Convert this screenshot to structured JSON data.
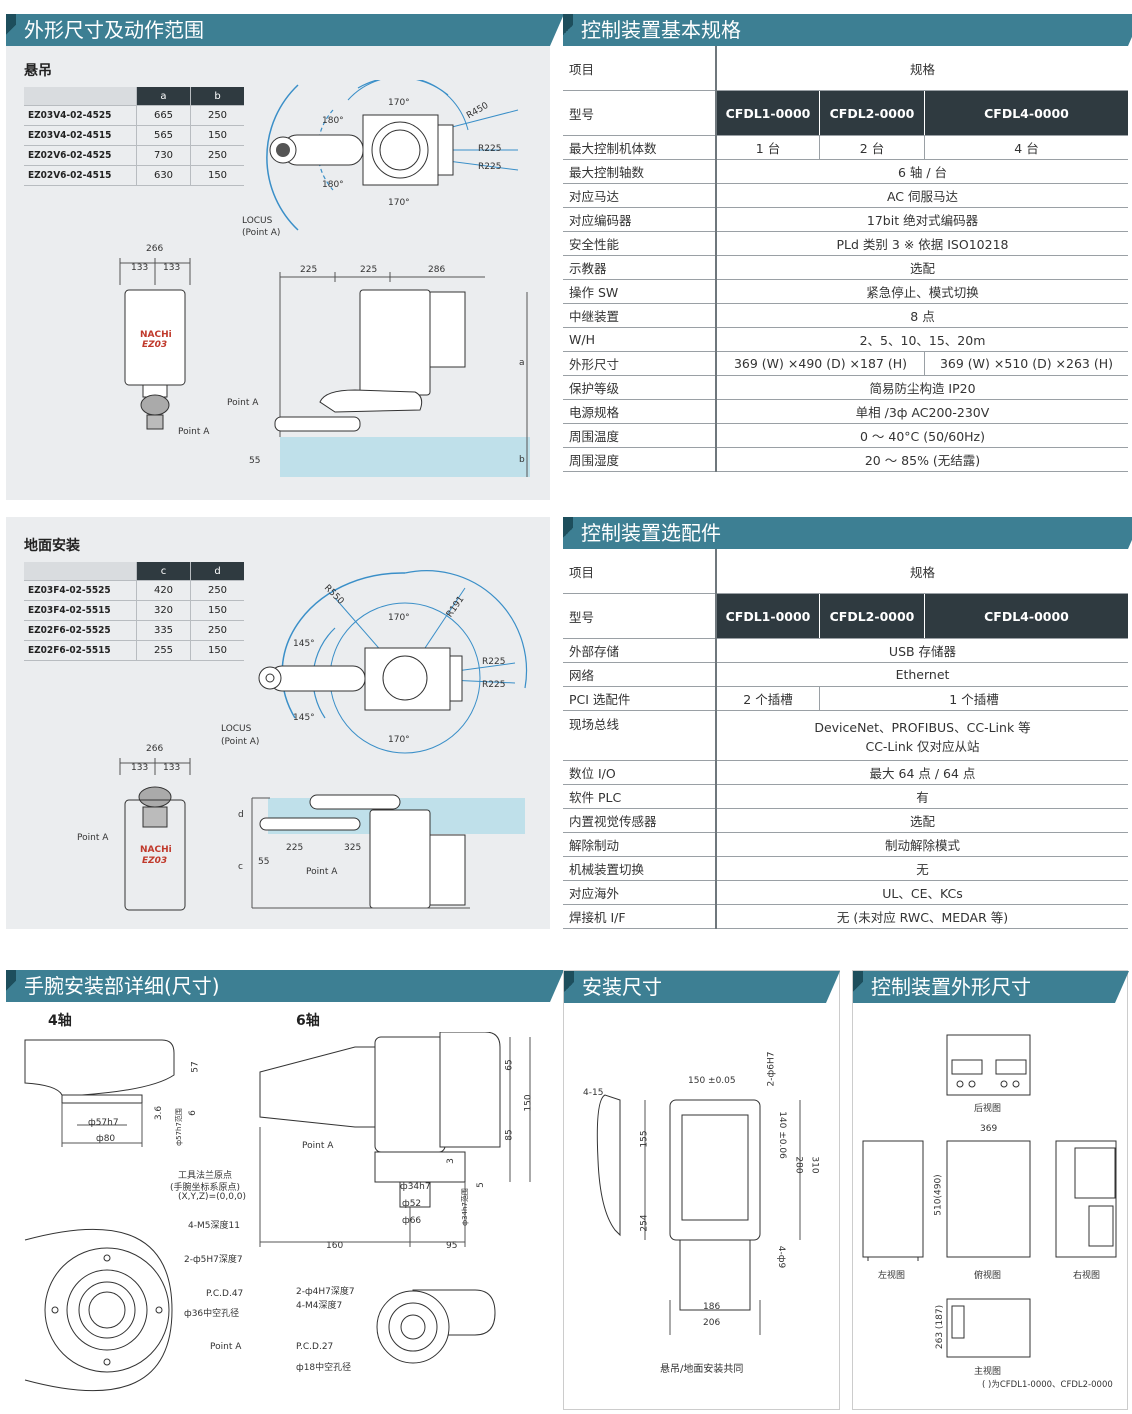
{
  "panels": {
    "outline": {
      "title": "外形尺寸及动作范围"
    },
    "basic_spec": {
      "title": "控制装置基本规格"
    },
    "options": {
      "title": "控制装置选配件"
    },
    "wrist": {
      "title": "手腕安装部详细(尺寸)"
    },
    "install": {
      "title": "安装尺寸"
    },
    "controller_dims": {
      "title": "控制装置外形尺寸"
    }
  },
  "hanging": {
    "subtitle": "悬吊",
    "columns": [
      "a",
      "b"
    ],
    "rows": [
      {
        "model": "EZ03V4-02-4525",
        "a": "665",
        "b": "250"
      },
      {
        "model": "EZ03V4-02-4515",
        "a": "565",
        "b": "150"
      },
      {
        "model": "EZ02V6-02-4525",
        "a": "730",
        "b": "250"
      },
      {
        "model": "EZ02V6-02-4515",
        "a": "630",
        "b": "150"
      }
    ],
    "labels": {
      "locus": "LOCUS",
      "point_a_paren": "(Point A)",
      "point_a": "Point A",
      "d266": "266",
      "d133a": "133",
      "d133b": "133",
      "d225a": "225",
      "d225b": "225",
      "d286": "286",
      "d55": "55",
      "dim_a": "a",
      "dim_b": "b",
      "r450": "R450",
      "r225a": "R225",
      "r225b": "R225",
      "ang170a": "170°",
      "ang170b": "170°",
      "ang180a": "180°",
      "ang180b": "180°",
      "brand": "NACHi",
      "model": "EZ03"
    }
  },
  "floor": {
    "subtitle": "地面安装",
    "columns": [
      "c",
      "d"
    ],
    "rows": [
      {
        "model": "EZ03F4-02-5525",
        "c": "420",
        "d": "250"
      },
      {
        "model": "EZ03F4-02-5515",
        "c": "320",
        "d": "150"
      },
      {
        "model": "EZ02F6-02-5525",
        "c": "335",
        "d": "250"
      },
      {
        "model": "EZ02F6-02-5515",
        "c": "255",
        "d": "150"
      }
    ],
    "labels": {
      "locus": "LOCUS",
      "point_a_paren": "(Point A)",
      "point_a1": "Point A",
      "point_a2": "Point A",
      "d266": "266",
      "d133a": "133",
      "d133b": "133",
      "d55": "55",
      "d225": "225",
      "d325": "325",
      "dim_c": "c",
      "dim_d": "d",
      "r550": "R550",
      "r191": "R191",
      "r225a": "R225",
      "r225b": "R225",
      "ang170a": "170°",
      "ang170b": "170°",
      "ang145a": "145°",
      "ang145b": "145°",
      "brand": "NACHi",
      "model": "EZ03"
    }
  },
  "basic_spec": {
    "head_item": "项目",
    "head_spec": "规格",
    "model_label": "型号",
    "models": [
      "CFDL1-0000",
      "CFDL2-0000",
      "CFDL4-0000"
    ],
    "rows": [
      {
        "name": "最大控制机体数",
        "v1": "1 台",
        "v2": "2 台",
        "v3": "4 台"
      },
      {
        "name": "最大控制轴数",
        "all": "6 轴 / 台"
      },
      {
        "name": "对应马达",
        "all": "AC 伺服马达"
      },
      {
        "name": "对应编码器",
        "all": "17bit 绝对式编码器"
      },
      {
        "name": "安全性能",
        "all": "PLd 类别 3 ※ 依据 ISO10218"
      },
      {
        "name": "示教器",
        "all": "选配"
      },
      {
        "name": "操作 SW",
        "all": "紧急停止、模式切换"
      },
      {
        "name": "中继装置",
        "all": "8 点"
      },
      {
        "name": "W/H",
        "all": "2、5、10、15、20m"
      },
      {
        "name": "外形尺寸",
        "v12": "369 (W) ×490 (D) ×187 (H)",
        "v3": "369 (W) ×510 (D) ×263 (H)"
      },
      {
        "name": "保护等级",
        "all": "简易防尘构造 IP20"
      },
      {
        "name": "电源规格",
        "all": "单相 /3ф AC200-230V"
      },
      {
        "name": "周围温度",
        "all": "0 ～ 40°C (50/60Hz)"
      },
      {
        "name": "周围湿度",
        "all": "20 ～ 85% (无结露)"
      }
    ]
  },
  "options": {
    "head_item": "项目",
    "head_spec": "规格",
    "model_label": "型号",
    "models": [
      "CFDL1-0000",
      "CFDL2-0000",
      "CFDL4-0000"
    ],
    "rows": [
      {
        "name": "外部存储",
        "all": "USB 存储器"
      },
      {
        "name": "网络",
        "all": "Ethernet"
      },
      {
        "name": "PCI 选配件",
        "v1": "2 个插槽",
        "v23": "1 个插槽"
      },
      {
        "name": "现场总线",
        "all": "DeviceNet、PROFIBUS、CC-Link 等",
        "all2": "CC-Link 仅对应从站"
      },
      {
        "name": "数位 I/O",
        "all": "最大 64 点 / 64 点"
      },
      {
        "name": "软件 PLC",
        "all": "有"
      },
      {
        "name": "内置视觉传感器",
        "all": "选配"
      },
      {
        "name": "解除制动",
        "all": "制动解除模式"
      },
      {
        "name": "机械装置切换",
        "all": "无"
      },
      {
        "name": "对应海外",
        "all": "UL、CE、KCs"
      },
      {
        "name": "焊接机 I/F",
        "all": "无 (未对应 RWC、MEDAR 等)"
      }
    ]
  },
  "wrist": {
    "axis4": "4轴",
    "axis6": "6轴",
    "labels": {
      "phi57": "ф57h7",
      "phi80": "ф80",
      "d57": "57",
      "d36": "3.6",
      "d6": "6",
      "range57": "ф57h7范围",
      "origin1": "工具法兰原点",
      "origin2": "(手腕坐标系原点)",
      "origin3": "(X,Y,Z)=(0,0,0)",
      "m5": "4-M5深度11",
      "p5": "2-ф5H7深度7",
      "pcd47": "P.C.D.47",
      "hole36": "ф36中空孔径",
      "point_a1": "Point A",
      "point_a2": "Point A",
      "d65": "65",
      "d150": "150",
      "d85": "85",
      "d3": "3",
      "d5": "5",
      "phi34": "ф34h7",
      "range34": "ф34h7范围",
      "phi52": "ф52",
      "phi66": "ф66",
      "d160": "160",
      "d95": "95",
      "p4": "2-ф4H7深度7",
      "m4": "4-M4深度7",
      "pcd27": "P.C.D.27",
      "hole18": "ф18中空孔径"
    }
  },
  "install": {
    "caption": "悬吊/地面安装共同",
    "labels": {
      "h6": "2-ф6H7",
      "d150": "150 ±0.05",
      "d415": "4-15",
      "d155": "155",
      "d254": "254",
      "d140": "140 ±0.06",
      "d280": "280",
      "d310": "310",
      "hole9": "4-ф9",
      "d186": "186",
      "d206": "206"
    }
  },
  "controller_dims": {
    "rear": "后视图",
    "left": "左视图",
    "top": "俯视图",
    "right": "右视图",
    "front": "主视图",
    "d369": "369",
    "d510": "510(490)",
    "d263": "263 (187)",
    "note": "(    )为CFDL1-0000、CFDL2-0000"
  }
}
